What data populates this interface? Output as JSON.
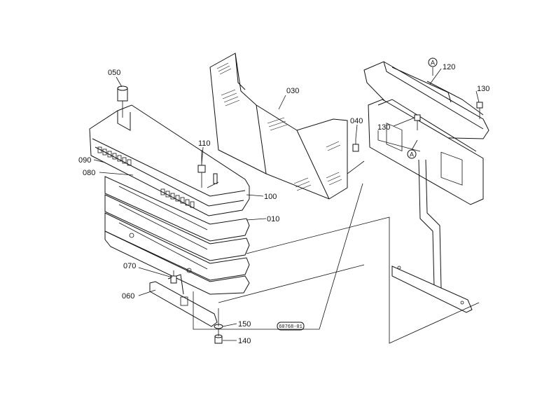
{
  "diagram": {
    "parts": [
      {
        "key": "p050",
        "label": "050"
      },
      {
        "key": "p090",
        "label": "090"
      },
      {
        "key": "p080",
        "label": "080"
      },
      {
        "key": "p110",
        "label": "110"
      },
      {
        "key": "p030",
        "label": "030"
      },
      {
        "key": "p040",
        "label": "040"
      },
      {
        "key": "p100",
        "label": "100"
      },
      {
        "key": "p010",
        "label": "010"
      },
      {
        "key": "p070",
        "label": "070"
      },
      {
        "key": "p060",
        "label": "060"
      },
      {
        "key": "p150",
        "label": "150"
      },
      {
        "key": "p140",
        "label": "140"
      },
      {
        "key": "p120",
        "label": "120"
      },
      {
        "key": "p130a",
        "label": "130"
      },
      {
        "key": "p130b",
        "label": "130"
      }
    ],
    "ref_markers": [
      {
        "key": "refA_top",
        "label": "A"
      },
      {
        "key": "refA_mid",
        "label": "A"
      }
    ],
    "stamp": "60768-01"
  }
}
